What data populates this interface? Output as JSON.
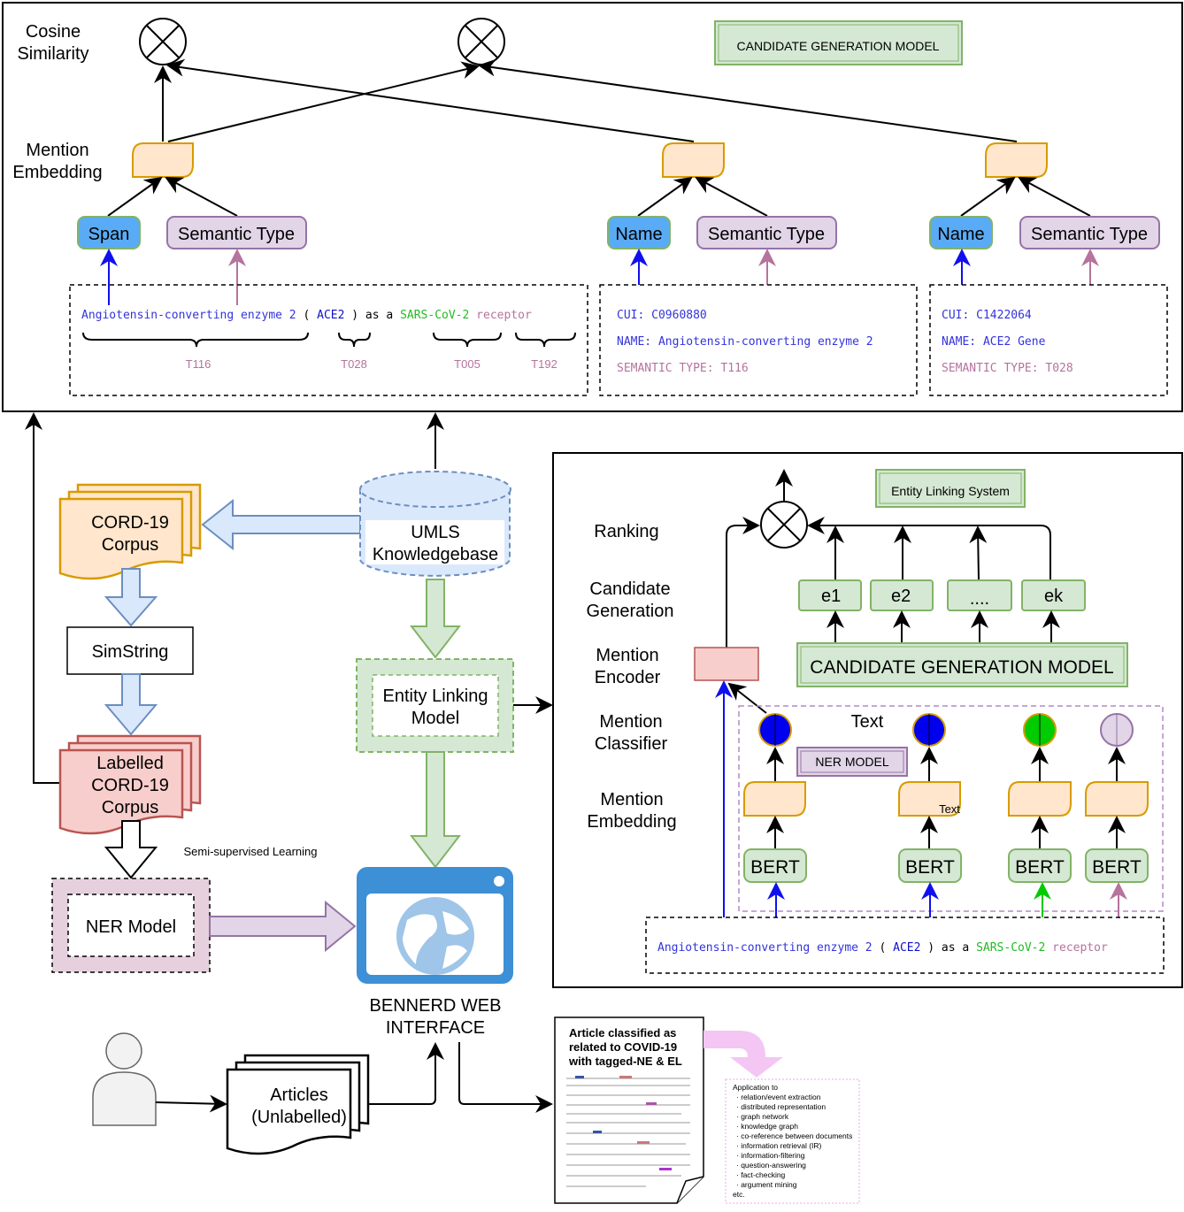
{
  "top": {
    "cosine_label": [
      "Cosine",
      "Similarity"
    ],
    "mention_embedding_label": [
      "Mention",
      "Embedding"
    ],
    "title": "CANDIDATE GENERATION MODEL",
    "span": "Span",
    "semantic_type": "Semantic Type",
    "name": "Name",
    "sentence": {
      "t1": "Angiotensin-converting enzyme 2",
      "t2": "(",
      "t3": "ACE2",
      "t4": ")",
      "t5": "as a",
      "t6": "SARS-CoV-2",
      "t7": "receptor"
    },
    "types": [
      "T116",
      "T028",
      "T005",
      "T192"
    ],
    "kb1": {
      "cui": "CUI: C0960880",
      "name": "NAME: Angiotensin-converting enzyme 2",
      "type": "SEMANTIC TYPE: T116"
    },
    "kb2": {
      "cui": "CUI: C1422064",
      "name": "NAME: ACE2 Gene",
      "type": "SEMANTIC TYPE: T028"
    }
  },
  "pipeline": {
    "cord19": [
      "CORD-19",
      "Corpus"
    ],
    "umls": [
      "UMLS",
      "Knowledgebase"
    ],
    "simstring": "SimString",
    "labelled": [
      "Labelled",
      "CORD-19",
      "Corpus"
    ],
    "semi": "Semi-supervised Learning",
    "ner": "NER Model",
    "el": [
      "Entity Linking",
      "Model"
    ],
    "web": [
      "BENNERD WEB",
      "INTERFACE"
    ],
    "articles": [
      "Articles",
      "(Unlabelled)"
    ]
  },
  "els": {
    "title": "Entity Linking System",
    "labels": {
      "ranking": [
        "Ranking"
      ],
      "cg": [
        "Candidate",
        "Generation"
      ],
      "enc": [
        "Mention",
        "Encoder"
      ],
      "cls": [
        "Mention",
        "Classifier"
      ],
      "emb": [
        "Mention",
        "Embedding"
      ]
    },
    "candidates": [
      "e1",
      "e2",
      "....",
      "ek"
    ],
    "cgm": "CANDIDATE GENERATION MODEL",
    "ner_model": "NER MODEL",
    "text1": "Text",
    "text2": "Text",
    "bert": "BERT"
  },
  "doc": {
    "title": [
      "Article classified as",
      "related to COVID-19",
      "with tagged-NE & EL"
    ]
  },
  "apps": {
    "header": "Application to",
    "items": [
      "relation/event extraction",
      "distributed representation",
      "graph network",
      "knowledge graph",
      "co-reference between documents",
      "information retrieval (IR)",
      "information-filtering",
      "question-answering",
      "fact-checking",
      "argument mining"
    ],
    "footer": "etc."
  },
  "colors": {
    "blue_entity": "#3333dd",
    "green_entity": "#22bb22",
    "purple_entity": "#b5739d",
    "embed_fill": "#ffe6cc",
    "embed_stroke": "#d79b00"
  }
}
